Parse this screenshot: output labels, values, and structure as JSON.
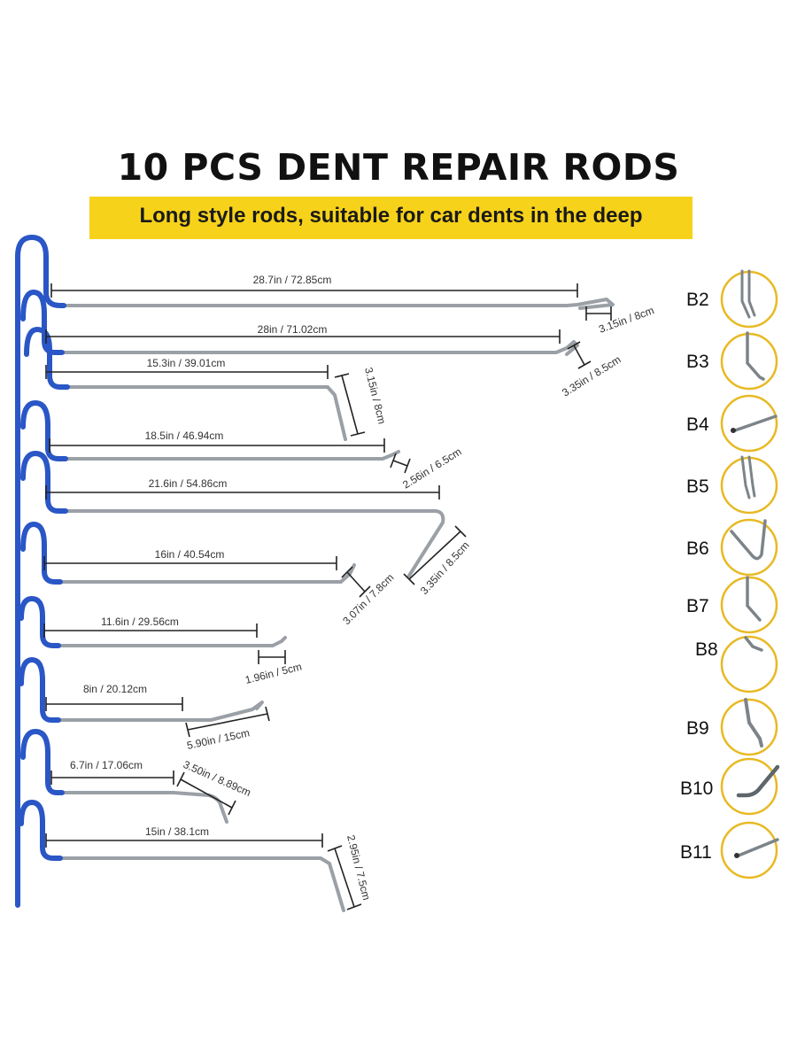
{
  "title": "10 PCS DENT REPAIR RODS",
  "subtitle": "Long style rods, suitable for car dents in the deep",
  "colors": {
    "handle": "#2a56c6",
    "rod": "#9aa0a6",
    "dimension": "#222222",
    "circle_border": "#e8b923",
    "banner": "#f7d21a"
  },
  "rods": [
    {
      "length": "28.7in / 72.85cm",
      "tip": "3.15in / 8cm"
    },
    {
      "length": "28in / 71.02cm",
      "tip": "3.35in / 8.5cm"
    },
    {
      "length": "15.3in / 39.01cm",
      "tip": "3.15in / 8cm"
    },
    {
      "length": "18.5in / 46.94cm",
      "tip": "2.56in / 6.5cm"
    },
    {
      "length": "21.6in / 54.86cm",
      "tip": "3.35in / 8.5cm"
    },
    {
      "length": "16in / 40.54cm",
      "tip": "3.07in / 7.8cm"
    },
    {
      "length": "11.6in / 29.56cm",
      "tip": "1.96in / 5cm"
    },
    {
      "length": "8in / 20.12cm",
      "tip": "5.90in / 15cm"
    },
    {
      "length": "6.7in / 17.06cm",
      "tip": "3.50in / 8.89cm"
    },
    {
      "length": "15in / 38.1cm",
      "tip": "2.95in / 7.5cm"
    }
  ],
  "tip_codes": [
    "B2",
    "B3",
    "B4",
    "B5",
    "B6",
    "B7",
    "B8",
    "B9",
    "B10",
    "B11"
  ]
}
